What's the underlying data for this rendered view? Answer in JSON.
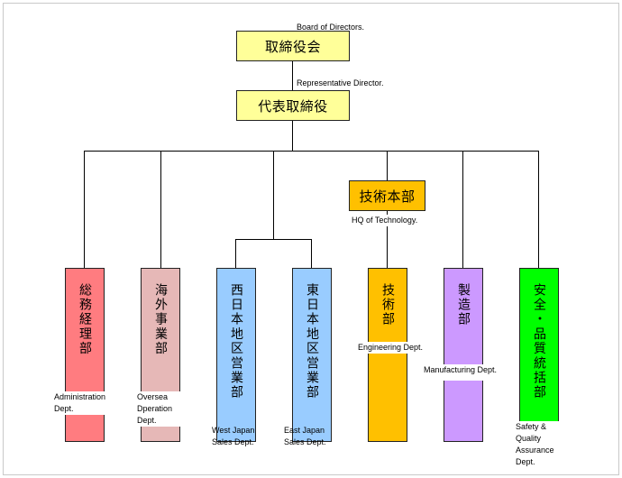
{
  "board": {
    "label": "取締役会",
    "caption": "Board of Directors."
  },
  "representative": {
    "label": "代表取締役",
    "caption": "Representative  Director."
  },
  "hq_tech": {
    "label": "技術本部",
    "caption": "HQ of Technology."
  },
  "departments": [
    {
      "label": "総務経理部",
      "caption": "Administration\nDept."
    },
    {
      "label": "海外事業部",
      "caption": "Oversea\nDperation\nDept."
    },
    {
      "label": "西日本地区営業部",
      "caption": "West Japan\nSales Dept."
    },
    {
      "label": "東日本地区営業部",
      "caption": "East Japan\nSales Dept."
    },
    {
      "label": "技術部",
      "caption": "Engineering Dept."
    },
    {
      "label": "製造部",
      "caption": "Manufacturing Dept."
    },
    {
      "label": "安全・品質統括部",
      "caption": "Safety &\nQuality\nAssurance\nDept."
    }
  ],
  "colors": {
    "yellow_light": "#FFFF99",
    "orange": "#FFC000",
    "red": "#FF7C80",
    "pink": "#E6B8B7",
    "blue": "#99CCFF",
    "purple": "#CC99FF",
    "green": "#00FF00"
  }
}
